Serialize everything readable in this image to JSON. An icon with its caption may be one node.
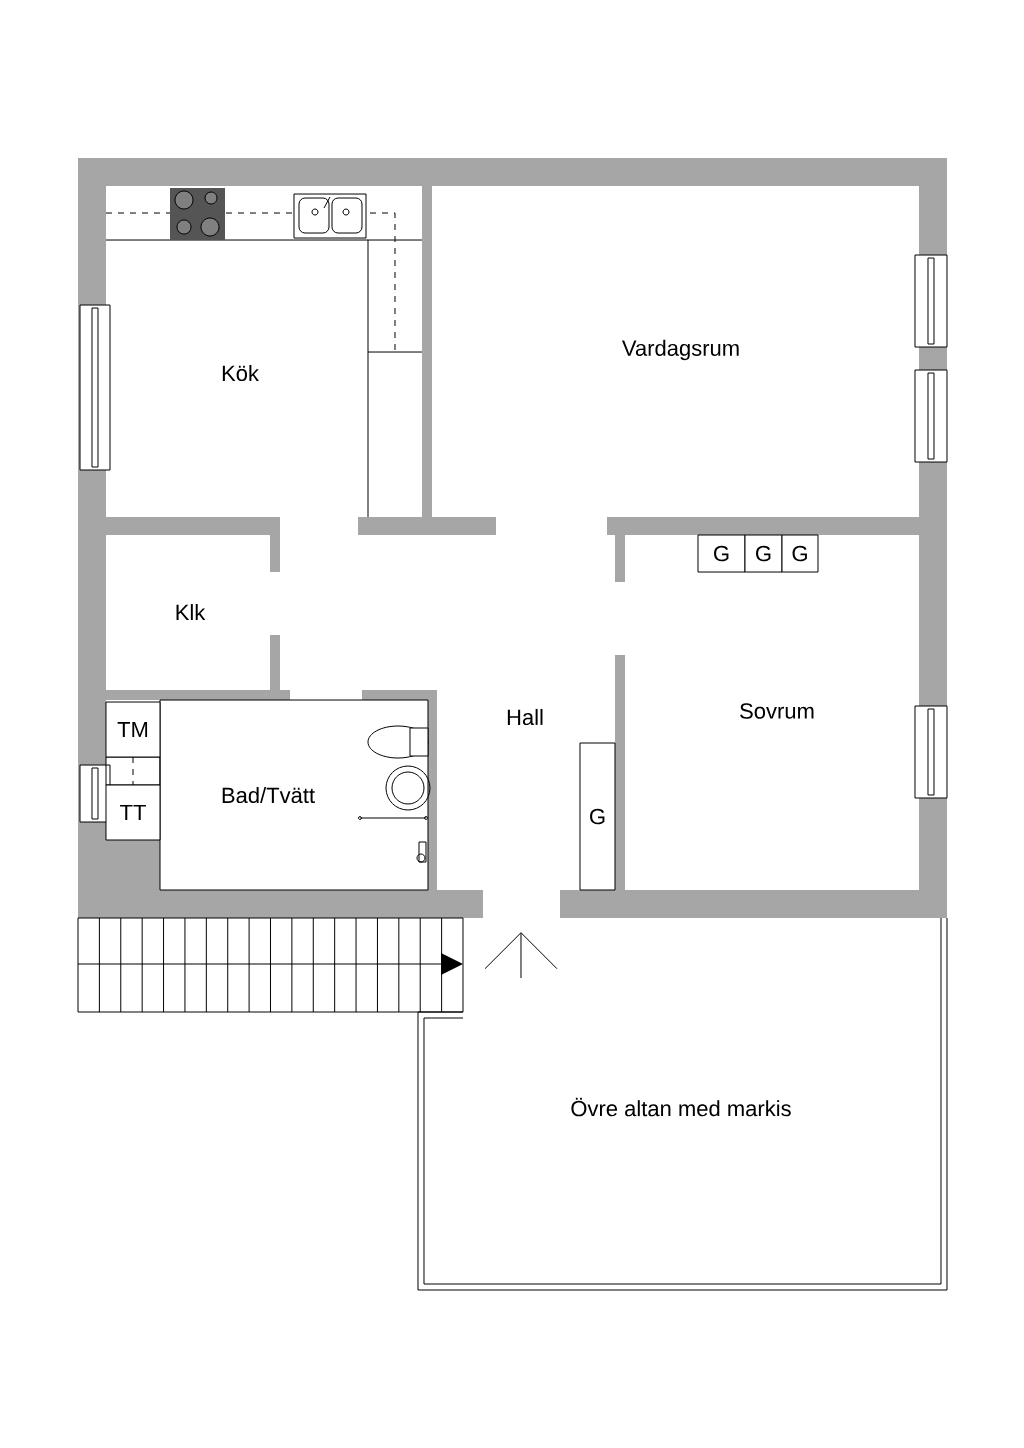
{
  "diagram": {
    "nodes": [
      {
        "text": [
          "TM"
        ]
      },
      {
        "text": [
          "TT"
        ]
      },
      {
        "text": [
          "G"
        ]
      },
      {
        "text": [
          "G"
        ]
      },
      {
        "text": [
          "G"
        ]
      },
      {
        "text": [
          "G"
        ]
      }
    ],
    "labels": [
      "Kök",
      "Vardagsrum",
      "Klk",
      "Hall",
      "Bad/Tvätt",
      "Sovrum",
      "Övre altan med markis"
    ]
  }
}
